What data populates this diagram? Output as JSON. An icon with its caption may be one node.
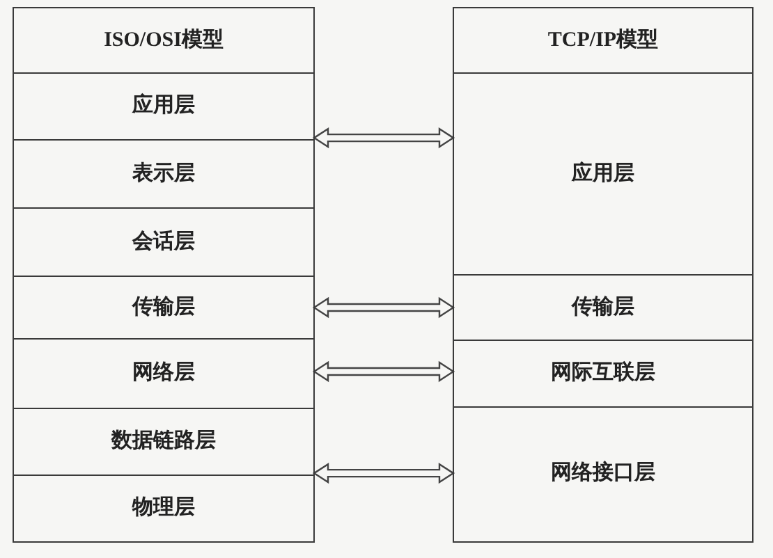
{
  "diagram": {
    "nodes": [
      {
        "text": [
          "ISO/OSI模型"
        ]
      },
      {
        "text": [
          "应用层"
        ],
        "in": 0
      },
      {
        "text": [
          "表示层"
        ],
        "in": 0
      },
      {
        "text": [
          "会话层"
        ],
        "in": 0
      },
      {
        "text": [
          "传输层"
        ],
        "in": 0
      },
      {
        "text": [
          "网络层"
        ],
        "in": 0
      },
      {
        "text": [
          "数据链路层"
        ],
        "in": 0
      },
      {
        "text": [
          "物理层"
        ],
        "in": 0
      },
      {
        "text": [
          "TCP/IP模型"
        ]
      },
      {
        "text": [
          "应用层"
        ],
        "in": 8
      },
      {
        "text": [
          "传输层"
        ],
        "in": 8
      },
      {
        "text": [
          "网际互联层"
        ],
        "in": 8
      },
      {
        "text": [
          "网络接口层"
        ],
        "in": 8
      }
    ],
    "edges": [
      {
        "from": 1,
        "to": 9,
        "arrow": "both"
      },
      {
        "from": 4,
        "to": 10,
        "arrow": "both"
      },
      {
        "from": 5,
        "to": 11,
        "arrow": "both"
      },
      {
        "from": 6,
        "to": 12,
        "arrow": "both"
      }
    ]
  }
}
